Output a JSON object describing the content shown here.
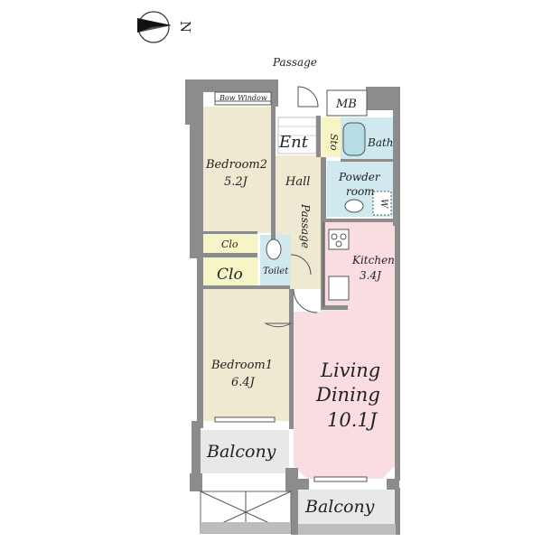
{
  "compass": {
    "north_label": "N"
  },
  "passage_top": "Passage",
  "rooms": {
    "bow_window": "Bow Window",
    "mb": "MB",
    "entrance": "Ent",
    "storage": "Sto",
    "bath": "Bath",
    "bedroom2_name": "Bedroom2",
    "bedroom2_size": "5.2J",
    "hall": "Hall",
    "powder_name": "Powder",
    "powder_name2": "room",
    "washer": "W",
    "passage": "Passage",
    "closet_small": "Clo",
    "closet_large": "Clo",
    "toilet": "Toilet",
    "kitchen_name": "Kitchen",
    "kitchen_size": "3.4J",
    "bedroom1_name": "Bedroom1",
    "bedroom1_size": "6.4J",
    "living_line1": "Living",
    "living_line2": "Dining",
    "living_size": "10.1J",
    "balcony_left": "Balcony",
    "balcony_bottom": "Balcony"
  },
  "colors": {
    "bedroom": "#efe9d2",
    "closet": "#f7f5c6",
    "wet": "#cfe9ef",
    "living": "#f9dde1",
    "balcony": "#e8e8e8",
    "wall": "#8c8c8c"
  }
}
